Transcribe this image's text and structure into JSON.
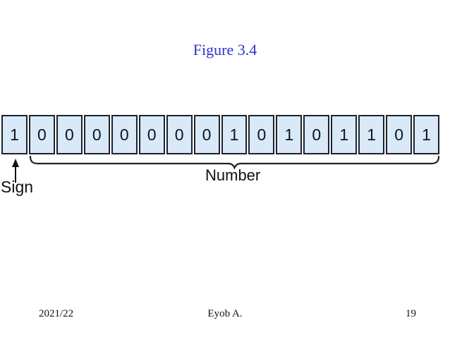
{
  "slide": {
    "title": "Figure 3.4",
    "title_color": "#3333CC",
    "background_color": "#FFFFFF"
  },
  "diagram": {
    "bits": [
      "1",
      "0",
      "0",
      "0",
      "0",
      "0",
      "0",
      "0",
      "1",
      "0",
      "1",
      "0",
      "1",
      "1",
      "0",
      "1"
    ],
    "sign_label": "Sign",
    "number_label": "Number",
    "sign_arrow_icon": "up-arrow",
    "number_brace_icon": "horizontal-curly-underbrace",
    "cell_fill": "#D9E9F7",
    "cell_border": "#1C222E",
    "digit_color": "#0E141E"
  },
  "footer": {
    "date": "2021/22",
    "author": "Eyob A.",
    "page_number": "19"
  }
}
